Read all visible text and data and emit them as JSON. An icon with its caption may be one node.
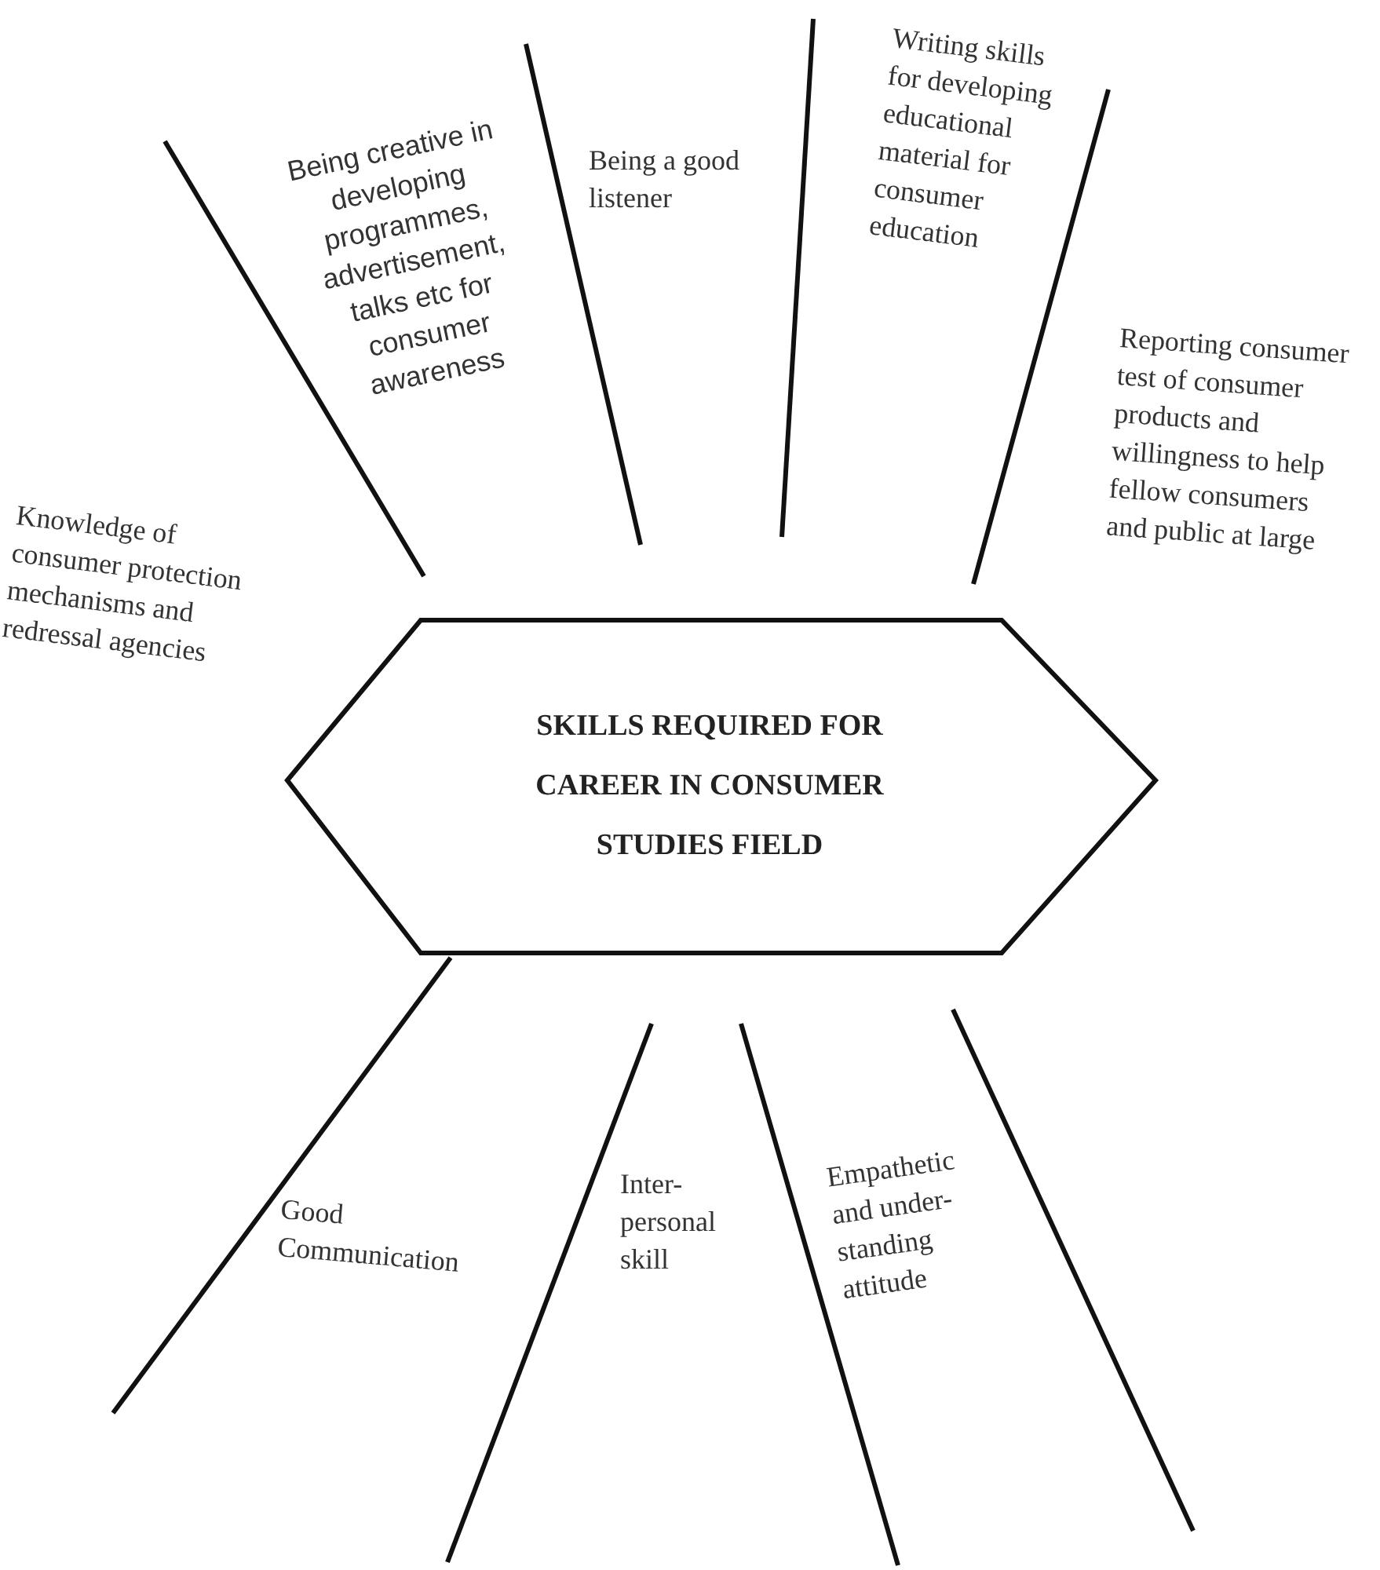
{
  "diagram": {
    "nodes": [
      {
        "text": [
          "SKILLS REQUIRED FOR CAREER IN CONSUMER STUDIES FIELD"
        ]
      }
    ],
    "edges": [],
    "labels": [
      "Being creative in developing programmes, advertisement, talks etc for consumer awareness",
      "Being a good listener",
      "Writing skills for developing educational material for consumer education",
      "Knowledge of consumer protection mechanisms and redressal agencies",
      "Reporting consumer test of consumer products and willingness to help fellow consumers and public at large",
      "Good Communication",
      "Inter-personal skill",
      "Empathetic and under-standing attitude"
    ]
  }
}
